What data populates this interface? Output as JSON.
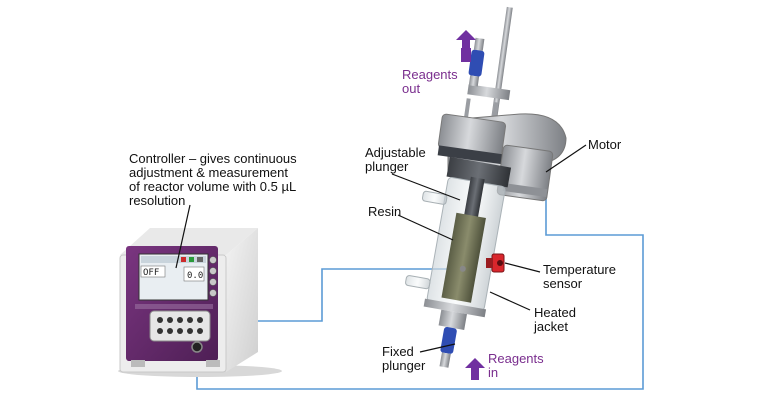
{
  "labels": {
    "controller": [
      "Controller – gives continuous",
      "adjustment & measurement",
      "of reactor volume with 0.5 µL",
      "resolution"
    ],
    "adjustable_plunger": [
      "Adjustable",
      "plunger"
    ],
    "resin": [
      "Resin"
    ],
    "motor": [
      "Motor"
    ],
    "temperature_sensor": [
      "Temperature",
      "sensor"
    ],
    "heated_jacket": [
      "Heated",
      "jacket"
    ],
    "fixed_plunger": [
      "Fixed",
      "plunger"
    ],
    "reagents_out": [
      "Reagents",
      "out"
    ],
    "reagents_in": [
      "Reagents",
      "in"
    ]
  },
  "controller_screen": {
    "status": "OFF",
    "reading": "0.0"
  },
  "colors": {
    "cable": "#5b9bd5",
    "arrow": "#7030a0",
    "controller_panel": "#6a2c70",
    "sensor": "#d9262c",
    "fitting": "#2f4db3",
    "label_purple": "#7a2e8e"
  }
}
